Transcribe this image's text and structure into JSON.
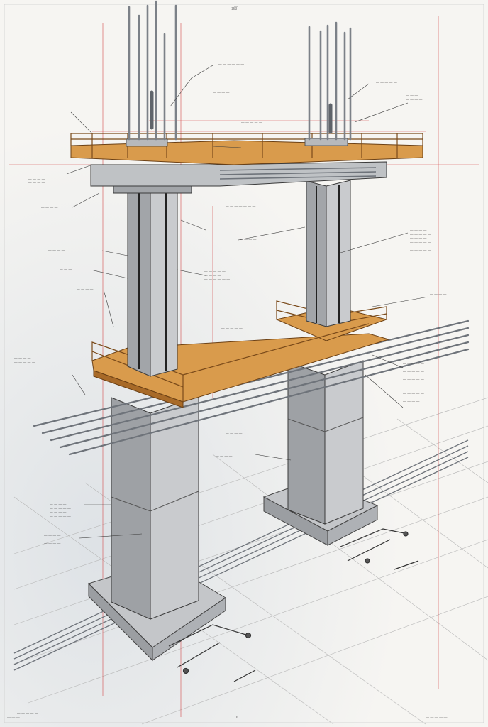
{
  "sheet": {
    "header_mark": "15̅3̅",
    "footer_left": "— — —",
    "footer_center": "16",
    "footer_right": "— — — — —"
  },
  "callouts": [
    {
      "id": "c1",
      "text": "— — — — — —"
    },
    {
      "id": "c2",
      "text": "— — — —\n— — — — — —"
    },
    {
      "id": "c3",
      "text": "— — — —"
    },
    {
      "id": "c4",
      "text": "— — —\n— — — —\n— — — —"
    },
    {
      "id": "c5",
      "text": "— — — —"
    },
    {
      "id": "c6",
      "text": "— — — —"
    },
    {
      "id": "c7",
      "text": "— — —"
    },
    {
      "id": "c8",
      "text": "— — — —"
    },
    {
      "id": "c9",
      "text": "— — — — —"
    },
    {
      "id": "c10",
      "text": "— — — — —\n— — — — — — —"
    },
    {
      "id": "c11",
      "text": "— — — —\n— — — — —\n— — — — — —"
    },
    {
      "id": "c12",
      "text": "— —"
    },
    {
      "id": "c13",
      "text": "— — — — —\n— — — —\n— — — — — —"
    },
    {
      "id": "c14",
      "text": "— — — —"
    },
    {
      "id": "c15",
      "text": "— — — — — —\n— — — — —\n— — — — — —"
    },
    {
      "id": "c16",
      "text": "— — — — —"
    },
    {
      "id": "c17",
      "text": "— — —\n— — — —"
    },
    {
      "id": "c18",
      "text": "— — — —\n— — — — —\n— — — —\n— — — — —\n— — — —\n— — — — —"
    },
    {
      "id": "c19",
      "text": "— — — —"
    },
    {
      "id": "c20",
      "text": "— — — — —\n— — — — — —\n— — — — —\n— — — — —\n— — — — —"
    },
    {
      "id": "c21",
      "text": "— — — — —\n— — — — —\n— — — —"
    },
    {
      "id": "c22",
      "text": "— — — —"
    },
    {
      "id": "c23",
      "text": "— — — — —\n— — — —"
    },
    {
      "id": "c24",
      "text": "— — — —\n— — — — —\n— — — —\n— — — — —"
    },
    {
      "id": "c25",
      "text": "— — — —\n— — — — —\n— — — —"
    },
    {
      "id": "c26",
      "text": "— — — —"
    },
    {
      "id": "c27",
      "text": "— — — —\n— — — — —"
    }
  ],
  "colors": {
    "concrete": "#b9bbbe",
    "concrete_dark": "#8f9296",
    "concrete_light": "#d3d5d8",
    "steel": "#9aa0a7",
    "timber": "#d99b4c",
    "timber_dark": "#a86a28",
    "redline": "#d34a4a",
    "ink": "#3a3a3a"
  }
}
